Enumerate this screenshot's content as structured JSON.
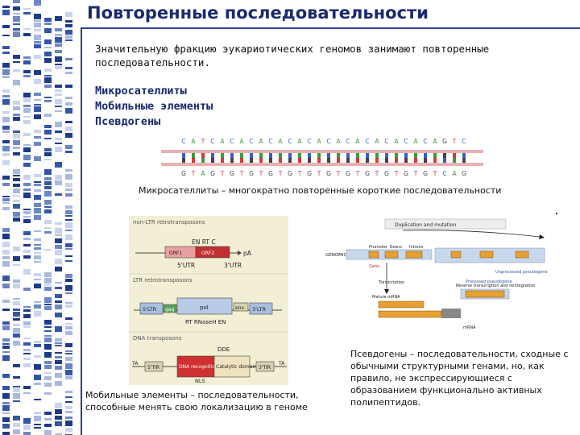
{
  "title": "Повторенные последовательности",
  "intro": "Значительную фракцию эукариотических геномов занимают повторенные последовательности.",
  "terms": [
    "Микросателлиты",
    "Мобильные элементы",
    "Псевдогены"
  ],
  "sequence": {
    "top_letters": [
      "C",
      "A",
      "T",
      "C",
      "A",
      "C",
      "A",
      "C",
      "A",
      "C",
      "A",
      "C",
      "A",
      "C",
      "A",
      "C",
      "A",
      "C",
      "A",
      "C",
      "A",
      "C",
      "A",
      "C",
      "A",
      "C",
      "A",
      "G",
      "T",
      "C"
    ],
    "bottom_letters": [
      "G",
      "T",
      "A",
      "G",
      "T",
      "G",
      "T",
      "G",
      "T",
      "G",
      "T",
      "G",
      "T",
      "G",
      "T",
      "G",
      "T",
      "G",
      "T",
      "G",
      "T",
      "G",
      "T",
      "G",
      "T",
      "G",
      "T",
      "C",
      "A",
      "G"
    ],
    "colors": {
      "A": "#3a9b3a",
      "C": "#3a5fc8",
      "G": "#444444",
      "T": "#d23a3a"
    }
  },
  "captions": {
    "microsatellites": "Микросателлиты – многократно повторенные короткие последовательности",
    "mobile": "Мобильные элементы – последовательности, способные менять свою локализацию в геноме",
    "pseudogenes": "Псевдогены – последовательности, сходные с обычными структурными генами, но, как правило, не экспрессирующиеся с образованием функционально активных полипептидов."
  },
  "mobile_figure": {
    "section_labels": [
      "non-LTR retrotransposons",
      "LTR retrotransposons",
      "DNA transposons"
    ],
    "nonltr": {
      "top": "EN  RT  C",
      "left_box": "ORF1",
      "right_box": "ORF2",
      "tail": "pA",
      "utr5": "5'UTR",
      "utr3": "3'UTR"
    },
    "ltr": {
      "ltr5": "5'LTR",
      "gag": "gag",
      "pol": "pol",
      "env": "env",
      "ltr3": "3'LTR",
      "bottom": "RT  RNaseH  EN"
    },
    "dna": {
      "top": "DDE",
      "tir5": "5'TIR",
      "tir3": "3'TIR",
      "ta": "TA",
      "box1": "DNA recognition",
      "box2": "Catalytic domain",
      "nls": "NLS"
    }
  },
  "pseudo_figure": {
    "labels": {
      "dup": "Duplication and mutation",
      "genomic": "GENOMIC DNA",
      "promoter": "Promoter",
      "exon": "Exons",
      "intron": "Introns",
      "gene": "Gene",
      "unprocessed": "Unprocessed pseudogene",
      "transcription": "Transcription",
      "mature": "Mature mRNA",
      "reverse": "Reverse transcription and reintegration",
      "processed": "Processed pseudogene",
      "mrna": "mRNA"
    }
  }
}
